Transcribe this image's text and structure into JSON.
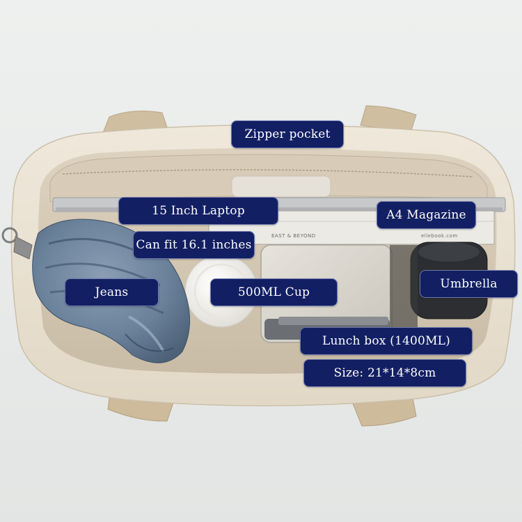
{
  "labels": {
    "zipper_pocket": "Zipper pocket",
    "laptop": "15 Inch Laptop",
    "magazine": "A4 Magazine",
    "laptop_fit": "Can fit 16.1 inches",
    "jeans": "Jeans",
    "cup": "500ML Cup",
    "umbrella": "Umbrella",
    "lunch_box": "Lunch box (1400ML)",
    "lunch_box_size": "Size: 21*14*8cm"
  },
  "magazine_print": {
    "spine": "EAST & BEYOND",
    "site": "ellebook.com"
  },
  "colors": {
    "label_fill": "#131f63",
    "label_text": "#ffffff",
    "bag_canvas": "#ece3d4",
    "background": "#e9ebea"
  }
}
